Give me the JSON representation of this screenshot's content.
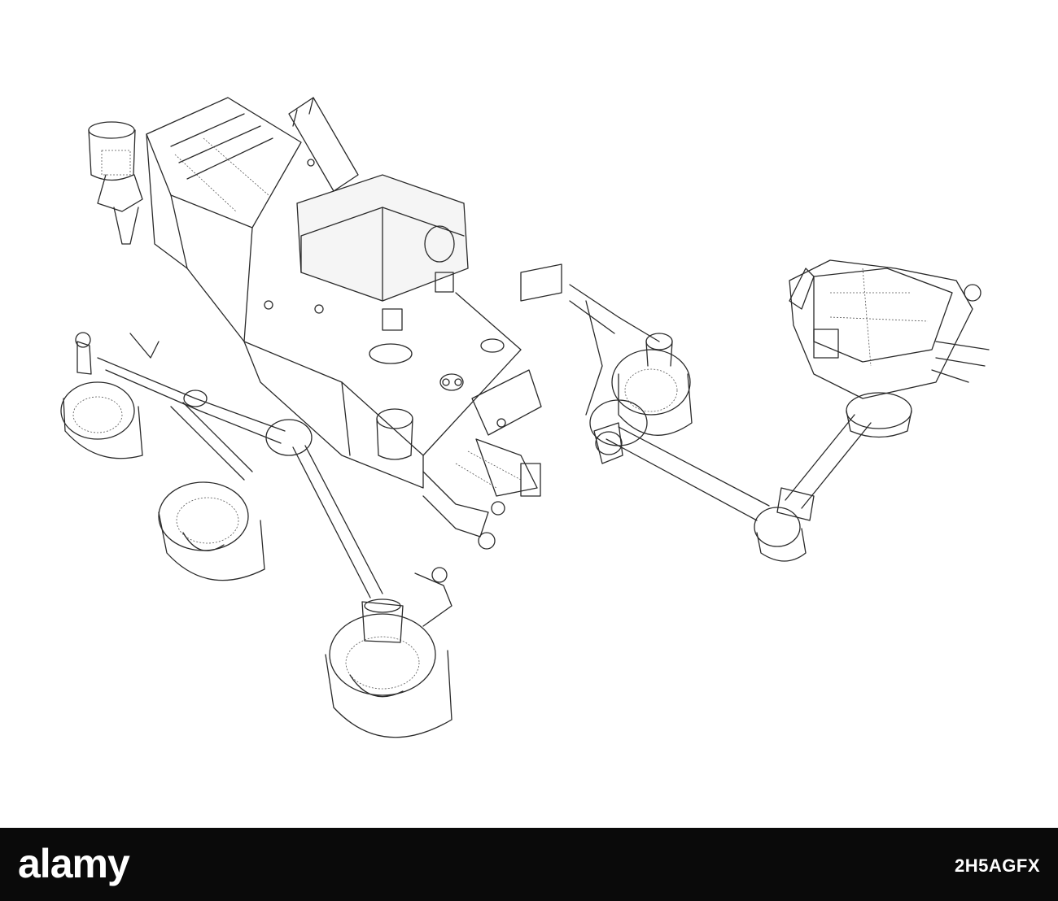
{
  "footer": {
    "brand": "alamy",
    "image_id": "2H5AGFX",
    "background_color": "#0a0a0a",
    "text_color": "#ffffff"
  },
  "illustration": {
    "icon": "rover-wireframe-drawing",
    "line_color": "#2a2a2a",
    "background_color": "#ffffff"
  }
}
